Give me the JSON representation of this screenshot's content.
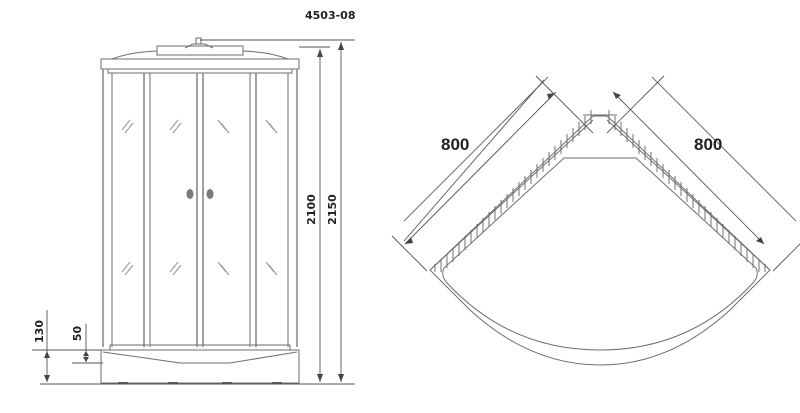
{
  "model_code": "4503-08",
  "front_view": {
    "dimensions": {
      "total_height": "2150",
      "cabin_height": "2100",
      "tray_height": "130",
      "tray_step": "50"
    }
  },
  "plan_view": {
    "dimensions": {
      "left_side": "800",
      "right_side": "800"
    }
  },
  "colors": {
    "line": "#6e6e6e",
    "text": "#222222",
    "background": "#ffffff",
    "handle": "#7a7a7a"
  }
}
